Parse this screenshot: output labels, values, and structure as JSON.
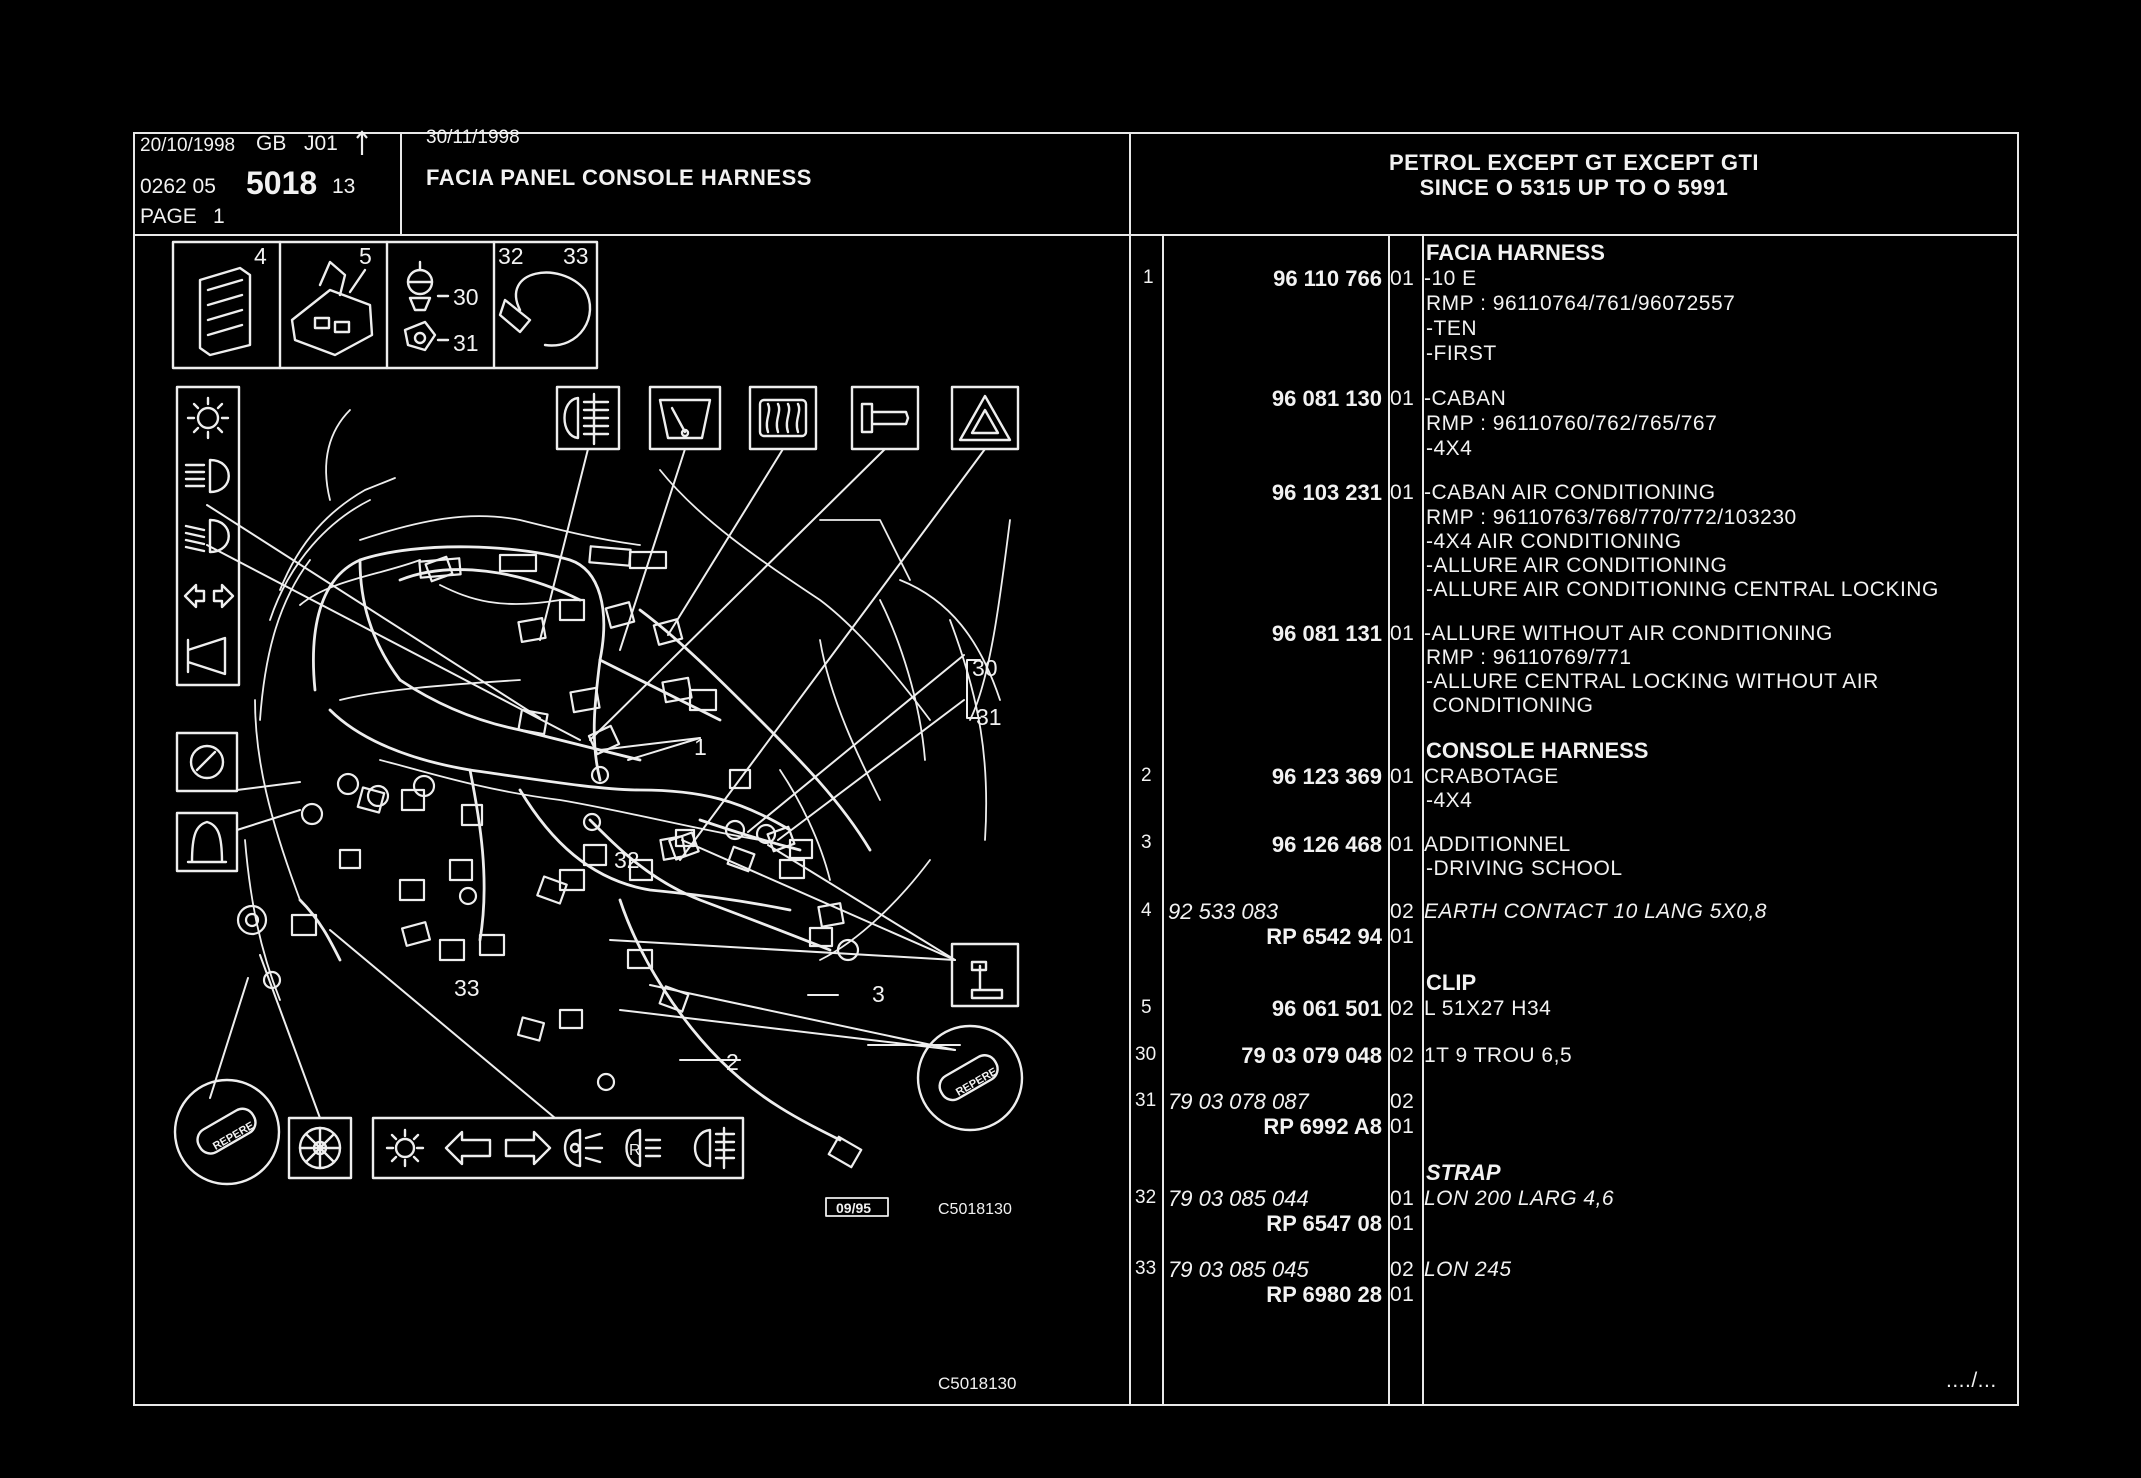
{
  "header": {
    "date1": "20/10/1998",
    "lang": "GB",
    "code": "J01",
    "ref_prefix": "0262 05",
    "ref_main": "5018",
    "ref_suffix": "13",
    "page_label": "PAGE",
    "page_num": "1",
    "date2": "30/11/1998",
    "title": "FACIA PANEL CONSOLE HARNESS",
    "applic_line1": "PETROL EXCEPT GT EXCEPT GTI",
    "applic_line2": "SINCE O 5315 UP TO O 5991"
  },
  "diagram": {
    "thumb_labels": [
      "4",
      "5",
      "30",
      "31",
      "32",
      "33"
    ],
    "callouts": [
      "30",
      "31",
      "1",
      "32",
      "3",
      "2",
      "33"
    ],
    "stamp_text": "REPERE",
    "box_code": "09/95",
    "fig_code": "C5018130",
    "fig_code_bottom": "C5018130"
  },
  "parts": {
    "rows": [
      {
        "item": "1",
        "ref": "96 110 766",
        "qty": "01",
        "desc": [
          "-10 E",
          "RMP : 96110764/761/96072557",
          "-TEN",
          "-FIRST"
        ],
        "heading": "FACIA HARNESS"
      },
      {
        "item": "",
        "ref": "96 081 130",
        "qty": "01",
        "desc": [
          "-CABAN",
          "RMP : 96110760/762/765/767",
          "-4X4"
        ]
      },
      {
        "item": "",
        "ref": "96 103 231",
        "qty": "01",
        "desc": [
          "-CABAN AIR CONDITIONING",
          "RMP : 96110763/768/770/772/103230",
          "-4X4 AIR CONDITIONING",
          "-ALLURE AIR CONDITIONING",
          "-ALLURE AIR CONDITIONING CENTRAL LOCKING"
        ]
      },
      {
        "item": "",
        "ref": "96 081 131",
        "qty": "01",
        "desc": [
          "-ALLURE WITHOUT AIR CONDITIONING",
          "RMP : 96110769/771",
          "-ALLURE CENTRAL LOCKING WITHOUT AIR",
          " CONDITIONING"
        ]
      },
      {
        "item": "2",
        "ref": "96 123 369",
        "qty": "01",
        "desc": [
          "CRABOTAGE",
          "-4X4"
        ],
        "heading": "CONSOLE HARNESS"
      },
      {
        "item": "3",
        "ref": "96 126 468",
        "qty": "01",
        "desc": [
          "ADDITIONNEL",
          "-DRIVING SCHOOL"
        ]
      },
      {
        "item": "4",
        "ref": "92 533 083",
        "qty": "02",
        "desc": [
          "EARTH CONTACT 10 LANG 5X0,8"
        ],
        "ref2": "RP 6542 94",
        "qty2": "01"
      },
      {
        "item": "5",
        "ref": "96 061 501",
        "qty": "02",
        "desc": [
          "L 51X27 H34"
        ],
        "heading": "CLIP"
      },
      {
        "item": "30",
        "ref": "79 03 079 048",
        "qty": "02",
        "desc": [
          "1T 9 TROU 6,5"
        ]
      },
      {
        "item": "31",
        "ref": "79 03 078 087",
        "qty": "02",
        "desc": [],
        "ref2": "RP 6992 A8",
        "qty2": "01"
      },
      {
        "item": "32",
        "ref": "79 03 085 044",
        "qty": "01",
        "desc": [
          "LON 200 LARG 4,6"
        ],
        "ref2": "RP 6547 08",
        "qty2": "01",
        "heading": "STRAP"
      },
      {
        "item": "33",
        "ref": "79 03 085 045",
        "qty": "02",
        "desc": [
          "LON 245"
        ],
        "ref2": "RP 6980 28",
        "qty2": "01"
      }
    ],
    "continued": "..../..."
  }
}
